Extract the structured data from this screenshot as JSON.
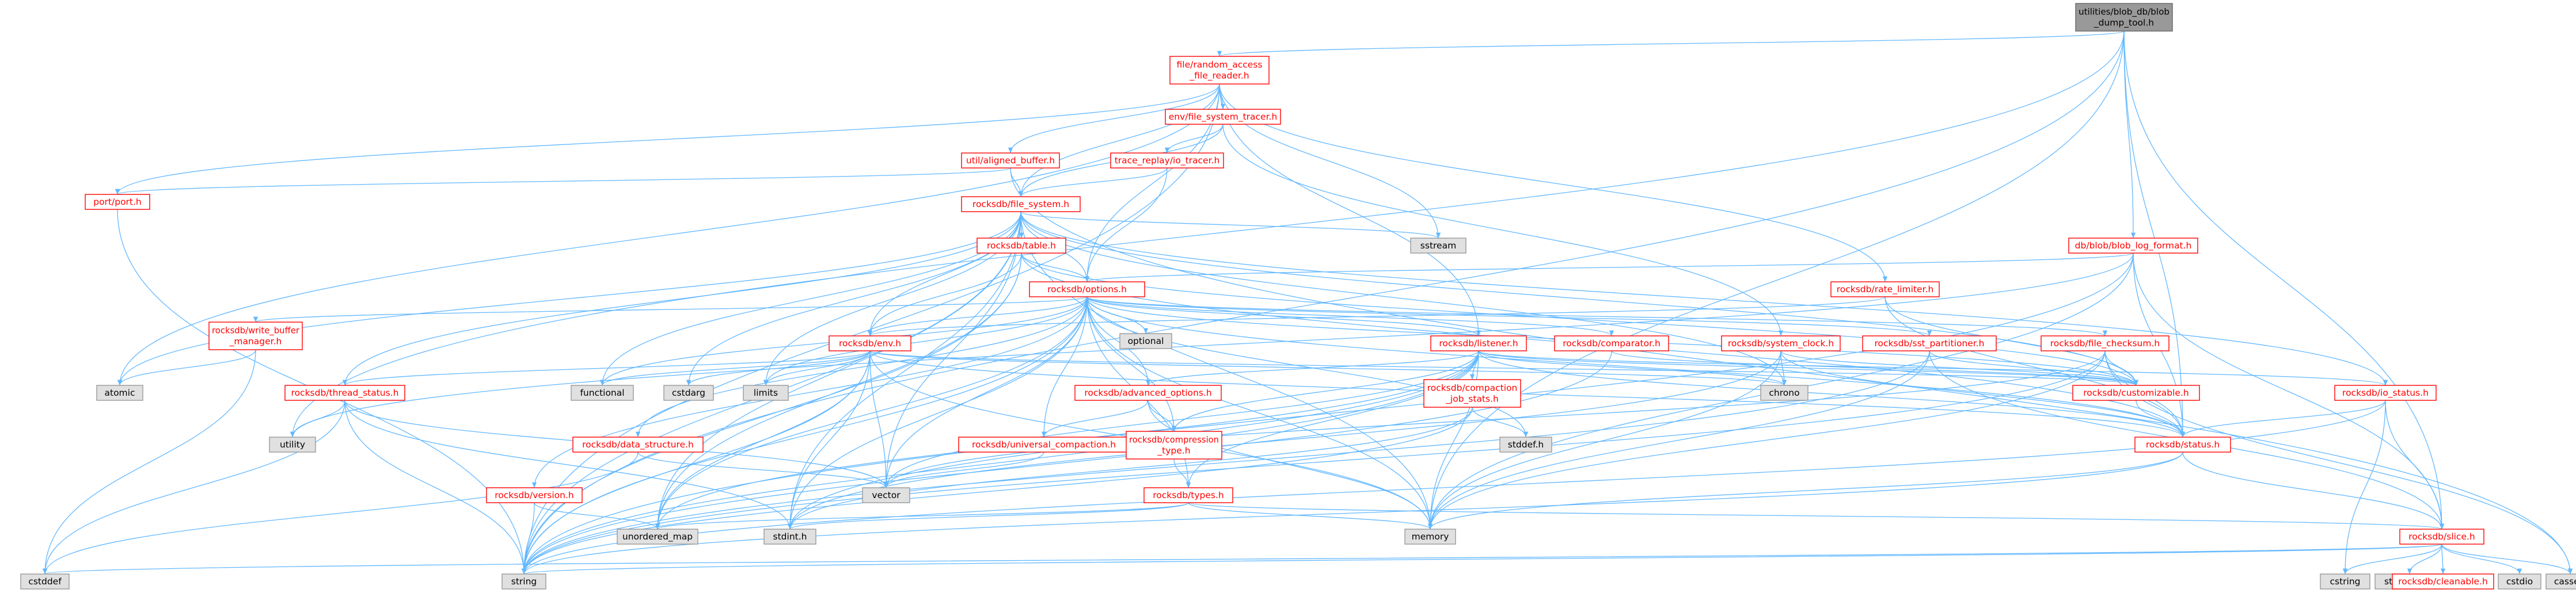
{
  "colors": {
    "root_fill": "#999999",
    "root_stroke": "#666666",
    "node_fill": "#ffffff",
    "node_stroke": "#ff0000",
    "leaf_fill": "#e0e0e0",
    "leaf_stroke": "#999999",
    "edge": "#63b8ff",
    "text": "#000000",
    "text_link": "#ff0000"
  },
  "nodes": {
    "root": [
      "utilities/blob_db/blob",
      "_dump_tool.h"
    ],
    "file_random_access_file_reader": [
      "file/random_access",
      "_file_reader.h"
    ],
    "env_file_system_tracer": [
      "env/file_system_tracer.h"
    ],
    "util_aligned_buffer": [
      "util/aligned_buffer.h"
    ],
    "trace_replay_io_tracer": [
      "trace_replay/io_tracer.h"
    ],
    "port_port": [
      "port/port.h"
    ],
    "rocksdb_file_system": [
      "rocksdb/file_system.h"
    ],
    "sstream": [
      "sstream"
    ],
    "db_blob_blob_log_format": [
      "db/blob/blob_log_format.h"
    ],
    "rocksdb_table": [
      "rocksdb/table.h"
    ],
    "rocksdb_options": [
      "rocksdb/options.h"
    ],
    "rocksdb_rate_limiter": [
      "rocksdb/rate_limiter.h"
    ],
    "rocksdb_write_buffer_manager": [
      "rocksdb/write_buffer",
      "_manager.h"
    ],
    "optional": [
      "optional"
    ],
    "rocksdb_env": [
      "rocksdb/env.h"
    ],
    "rocksdb_listener": [
      "rocksdb/listener.h"
    ],
    "rocksdb_comparator": [
      "rocksdb/comparator.h"
    ],
    "rocksdb_system_clock": [
      "rocksdb/system_clock.h"
    ],
    "rocksdb_sst_partitioner": [
      "rocksdb/sst_partitioner.h"
    ],
    "rocksdb_file_checksum": [
      "rocksdb/file_checksum.h"
    ],
    "atomic": [
      "atomic"
    ],
    "rocksdb_thread_status": [
      "rocksdb/thread_status.h"
    ],
    "functional": [
      "functional"
    ],
    "cstdarg": [
      "cstdarg"
    ],
    "limits": [
      "limits"
    ],
    "rocksdb_advanced_options": [
      "rocksdb/advanced_options.h"
    ],
    "rocksdb_compaction_job_stats": [
      "rocksdb/compaction",
      "_job_stats.h"
    ],
    "chrono": [
      "chrono"
    ],
    "rocksdb_customizable": [
      "rocksdb/customizable.h"
    ],
    "rocksdb_io_status": [
      "rocksdb/io_status.h"
    ],
    "utility": [
      "utility"
    ],
    "rocksdb_data_structure": [
      "rocksdb/data_structure.h"
    ],
    "rocksdb_universal_compaction": [
      "rocksdb/universal_compaction.h"
    ],
    "rocksdb_compression_type": [
      "rocksdb/compression",
      "_type.h"
    ],
    "stddef_h": [
      "stddef.h"
    ],
    "rocksdb_status": [
      "rocksdb/status.h"
    ],
    "rocksdb_version": [
      "rocksdb/version.h"
    ],
    "vector": [
      "vector"
    ],
    "rocksdb_types": [
      "rocksdb/types.h"
    ],
    "unordered_map": [
      "unordered_map"
    ],
    "stdint_h": [
      "stdint.h"
    ],
    "memory": [
      "memory"
    ],
    "rocksdb_slice": [
      "rocksdb/slice.h"
    ],
    "cstddef": [
      "cstddef"
    ],
    "string": [
      "string"
    ],
    "cstring": [
      "cstring"
    ],
    "string_view": [
      "string_view"
    ],
    "rocksdb_cleanable": [
      "rocksdb/cleanable.h"
    ],
    "cstdio": [
      "cstdio"
    ],
    "cassert": [
      "cassert"
    ]
  }
}
